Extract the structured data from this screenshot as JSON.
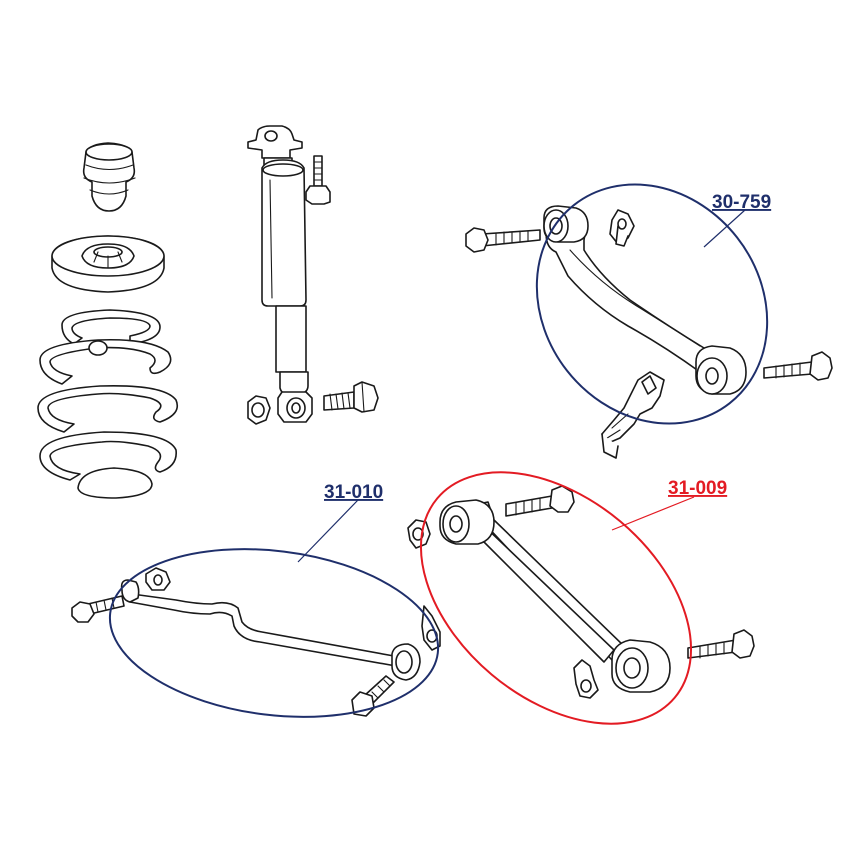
{
  "callouts": [
    {
      "id": "upper-arm",
      "label": "30-759",
      "color": "#1f2f6b"
    },
    {
      "id": "stabilizer-link",
      "label": "31-010",
      "color": "#1f2f6b"
    },
    {
      "id": "lower-arm",
      "label": "31-009",
      "color": "#e31b23"
    }
  ]
}
